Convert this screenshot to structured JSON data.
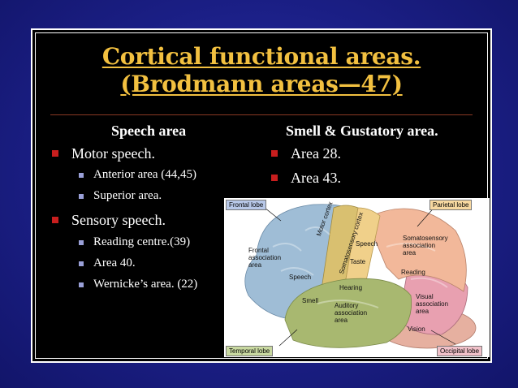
{
  "slide": {
    "title_line1": "Cortical functional areas.",
    "title_line2": "(Brodmann areas—47)",
    "left_heading": "Speech area",
    "right_heading": "Smell  & Gustatory area.",
    "left_items": [
      {
        "label": "Motor speech.",
        "subs": [
          "Anterior area (44,45)",
          "Superior area."
        ]
      },
      {
        "label": "Sensory speech.",
        "subs": [
          "Reading centre.(39)",
          "Area 40.",
          "Wernicke’s area. (22)"
        ]
      }
    ],
    "right_items": [
      "Area 28.",
      "Area 43."
    ]
  },
  "brain_diagram": {
    "lobe_labels": {
      "frontal": "Frontal lobe",
      "parietal": "Parietal lobe",
      "temporal": "Temporal lobe",
      "occipital": "Occipital lobe"
    },
    "area_labels": {
      "frontal_assoc": [
        "Frontal",
        "association",
        "area"
      ],
      "motor_cortex": "Motor cortex",
      "somatosensory_cortex": "Somatosensory cortex",
      "speech_upper": "Speech",
      "taste": "Taste",
      "somatosensory_assoc": [
        "Somatosensory",
        "association",
        "area"
      ],
      "reading": "Reading",
      "speech_lower": "Speech",
      "hearing": "Hearing",
      "smell": "Smell",
      "auditory_assoc": [
        "Auditory",
        "association",
        "area"
      ],
      "visual_assoc": [
        "Visual",
        "association",
        "area"
      ],
      "vision": "Vision"
    },
    "colors": {
      "frontal": "#9fbdd6",
      "motor": "#d9c070",
      "somatosensory": "#f0d08a",
      "parietal": "#f2b89a",
      "temporal": "#a8b870",
      "occipital": "#e8a0b0",
      "cerebellum": "#e6b0a0"
    }
  }
}
